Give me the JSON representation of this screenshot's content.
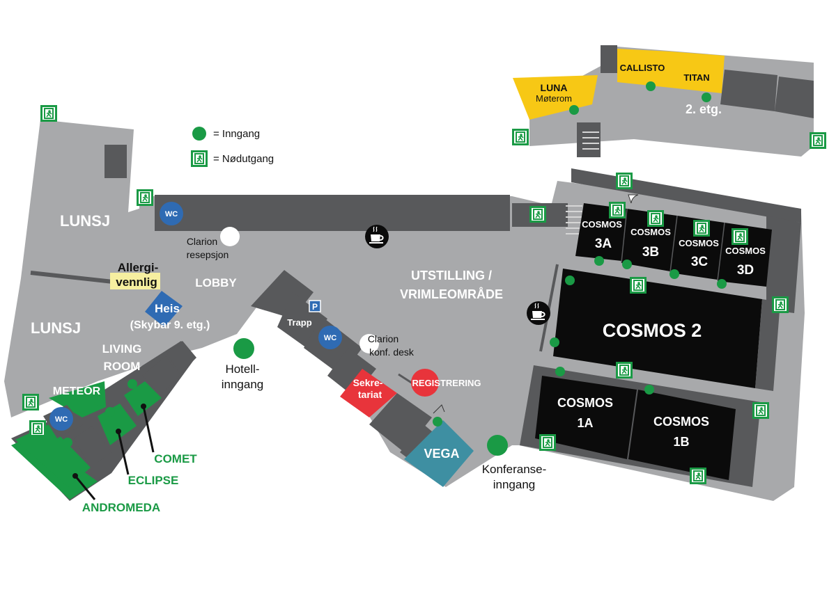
{
  "legend": {
    "entrance_label": "= Inngang",
    "emergency_exit_label": "= Nødutgang"
  },
  "colors": {
    "floor": "#a8a9ab",
    "wall": "#58595b",
    "room_black": "#0b0b0b",
    "room_green": "#1a9a45",
    "room_yellow": "#f7c815",
    "room_teal": "#3e8fa2",
    "room_red": "#e8343b",
    "wc_blue": "#2f6bb3",
    "entrance_green": "#1a9a45",
    "allergy_yellow": "#f6efa0"
  },
  "floor2": {
    "luna": "LUNA",
    "luna_sub": "Møterom",
    "callisto": "CALLISTO",
    "titan": "TITAN",
    "level": "2. etg."
  },
  "areas": {
    "lunsj_top": "LUNSJ",
    "lunsj_bottom": "LUNSJ",
    "allergy_line1": "Allergi-",
    "allergy_line2": "vennlig",
    "lobby": "LOBBY",
    "living_line1": "LIVING",
    "living_line2": "ROOM",
    "lift": "Heis",
    "lift_sub": "(Skybar 9. etg.)",
    "reception_line1": "Clarion",
    "reception_line2": "resepsjon",
    "expo_line1": "UTSTILLING /",
    "expo_line2": "VRIMLEOMRÅDE",
    "hotel_entrance_line1": "Hotell-",
    "hotel_entrance_line2": "inngang",
    "conf_entrance_line1": "Konferanse-",
    "conf_entrance_line2": "inngang",
    "stairs": "Trapp",
    "parking": "P",
    "wc": "WC",
    "conf_desk_line1": "Clarion",
    "conf_desk_line2": "konf. desk",
    "secretariat_line1": "Sekre-",
    "secretariat_line2": "tariat",
    "registration": "REGISTRERING"
  },
  "rooms": {
    "cosmos": "COSMOS",
    "c3a": "3A",
    "c3b": "3B",
    "c3c": "3C",
    "c3d": "3D",
    "cosmos2": "COSMOS 2",
    "c1a": "1A",
    "c1b": "1B",
    "vega": "VEGA",
    "meteor": "METEOR",
    "comet": "COMET",
    "eclipse": "ECLIPSE",
    "andromeda": "ANDROMEDA"
  }
}
